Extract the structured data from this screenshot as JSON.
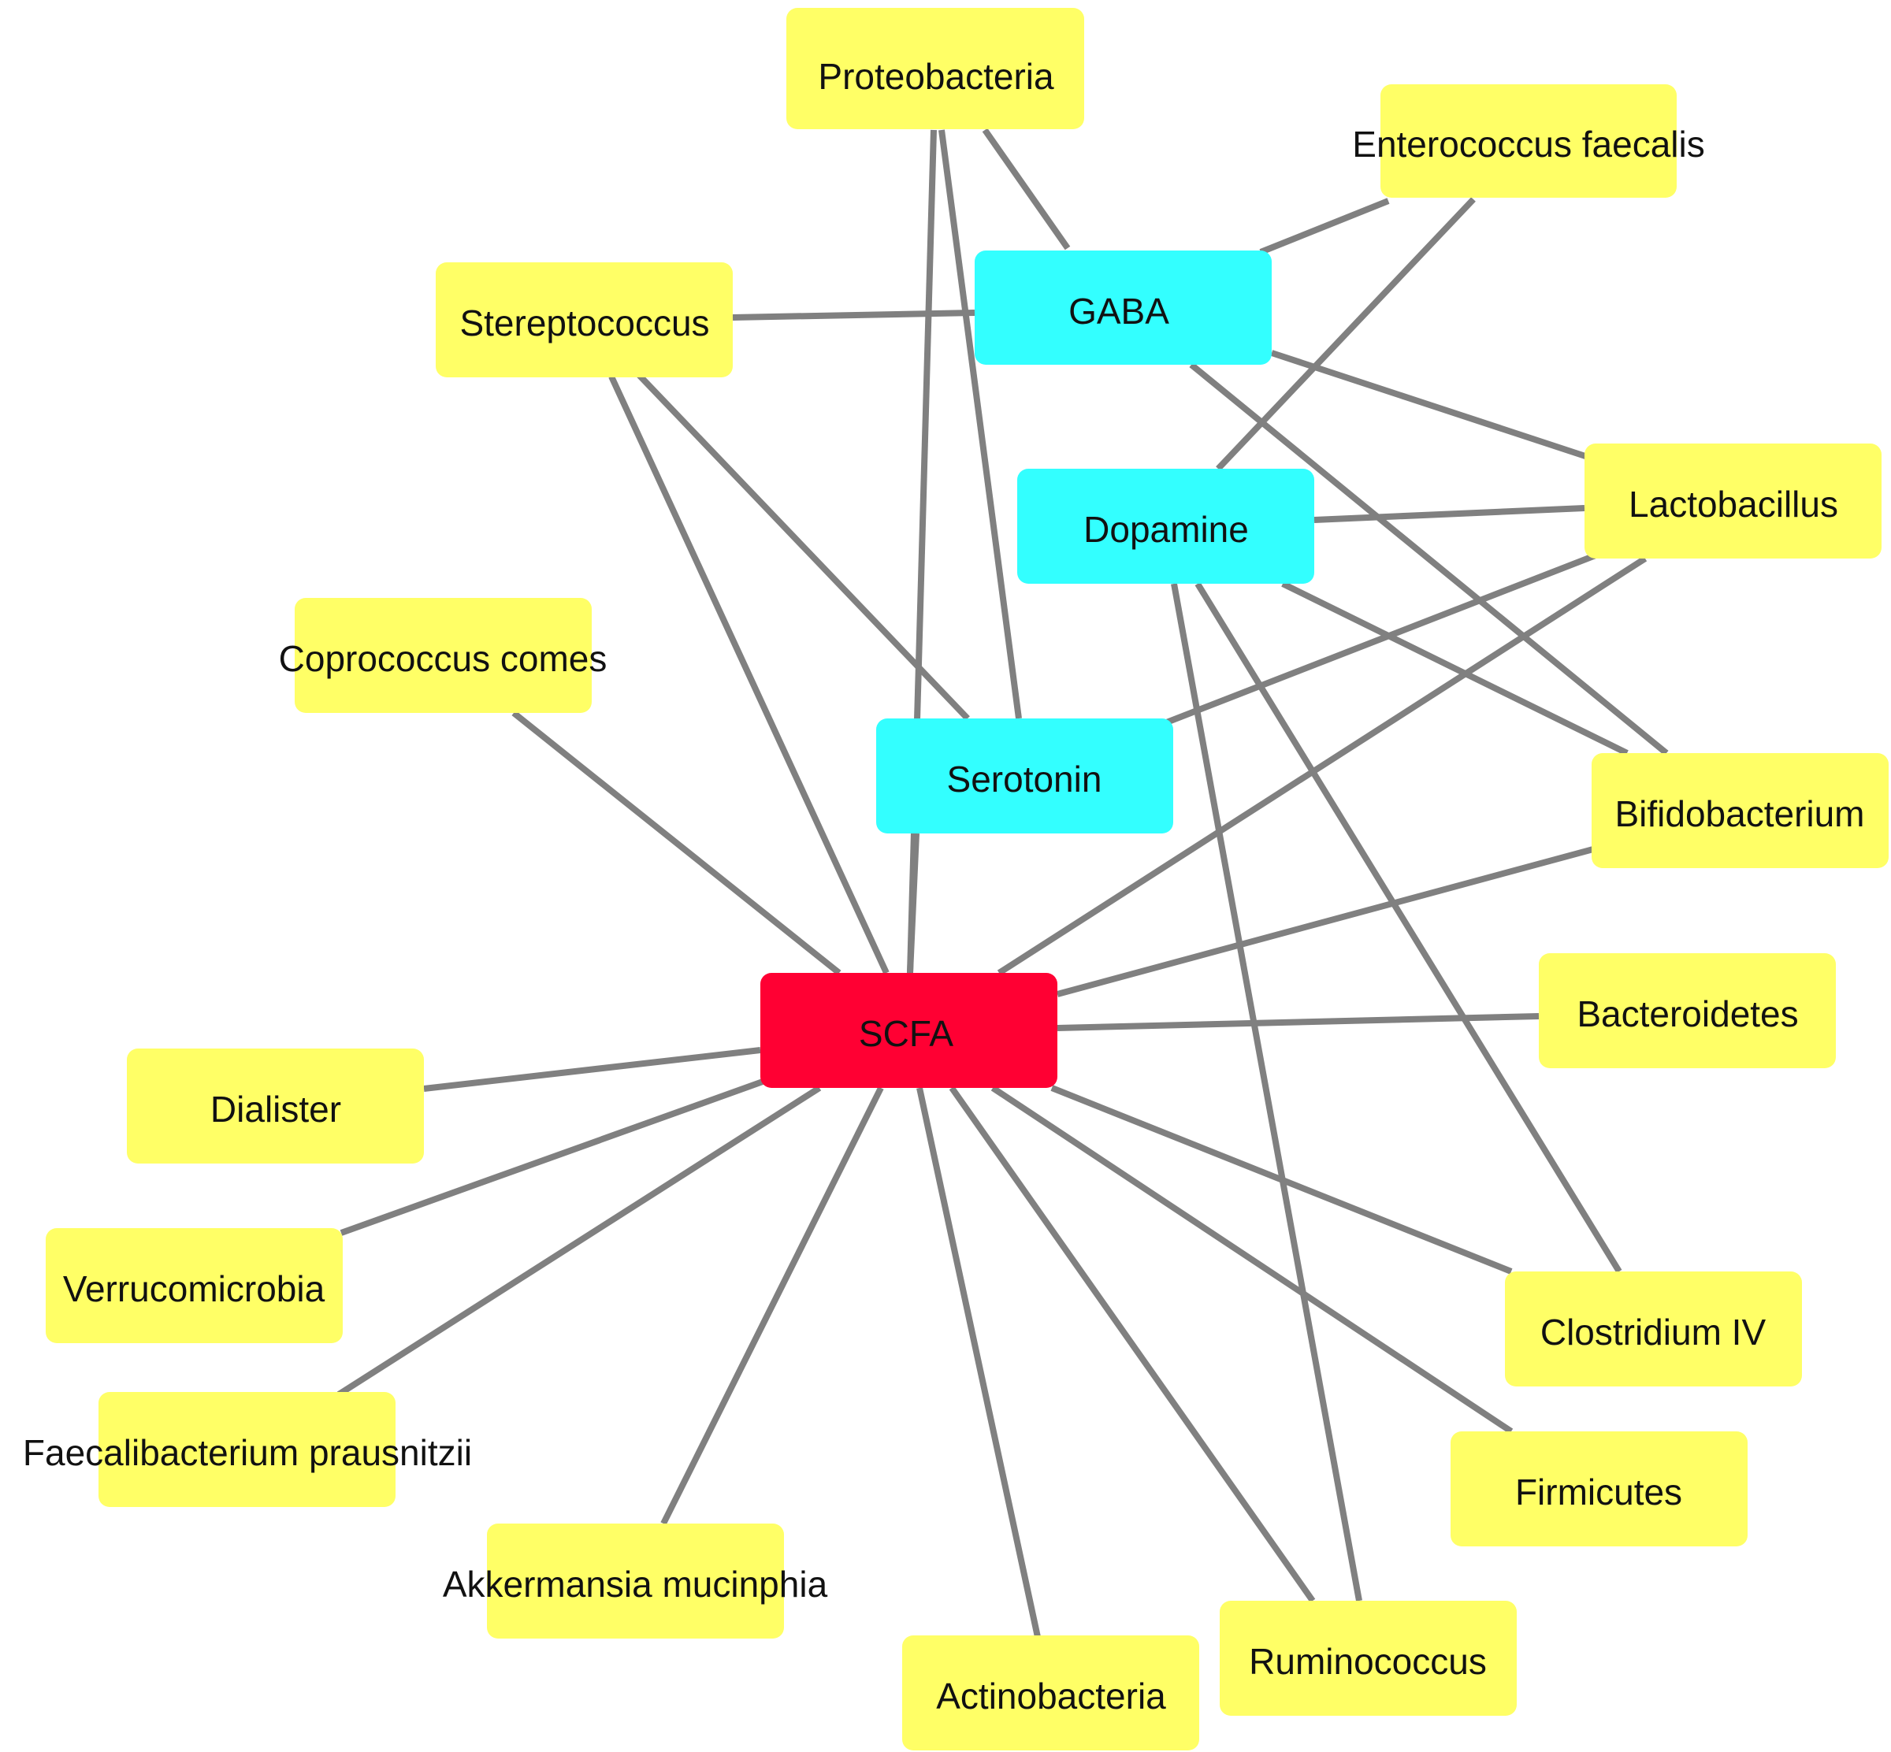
{
  "colors": {
    "edge": "#808080",
    "taxon": "#ffff66",
    "neurotransmitter": "#33ffff",
    "hub": "#ff0033"
  },
  "nodes": [
    {
      "id": "proteobacteria",
      "label": "Proteobacteria",
      "kind": "taxon"
    },
    {
      "id": "enterococcus",
      "label": "Enterococcus faecalis",
      "kind": "taxon"
    },
    {
      "id": "gaba",
      "label": "GABA",
      "kind": "neurotransmitter"
    },
    {
      "id": "streptococcus",
      "label": "Stereptococcus",
      "kind": "taxon"
    },
    {
      "id": "lactobacillus",
      "label": "Lactobacillus",
      "kind": "taxon"
    },
    {
      "id": "dopamine",
      "label": "Dopamine",
      "kind": "neurotransmitter"
    },
    {
      "id": "coprococcus",
      "label": "Coprococcus comes",
      "kind": "taxon"
    },
    {
      "id": "serotonin",
      "label": "Serotonin",
      "kind": "neurotransmitter"
    },
    {
      "id": "bifidobacterium",
      "label": "Bifidobacterium",
      "kind": "taxon"
    },
    {
      "id": "bacteroidetes",
      "label": "Bacteroidetes",
      "kind": "taxon"
    },
    {
      "id": "scfa",
      "label": "SCFA",
      "kind": "hub"
    },
    {
      "id": "dialister",
      "label": "Dialister",
      "kind": "taxon"
    },
    {
      "id": "verrucomicrobia",
      "label": "Verrucomicrobia",
      "kind": "taxon"
    },
    {
      "id": "clostridium",
      "label": "Clostridium IV",
      "kind": "taxon"
    },
    {
      "id": "faecalibacterium",
      "label": "Faecalibacterium prausnitzii",
      "kind": "taxon"
    },
    {
      "id": "firmicutes",
      "label": "Firmicutes",
      "kind": "taxon"
    },
    {
      "id": "akkermansia",
      "label": "Akkermansia mucinphia",
      "kind": "taxon"
    },
    {
      "id": "ruminococcus",
      "label": "Ruminococcus",
      "kind": "taxon"
    },
    {
      "id": "actinobacteria",
      "label": "Actinobacteria",
      "kind": "taxon"
    }
  ],
  "edges": [
    [
      "proteobacteria",
      "gaba"
    ],
    [
      "proteobacteria",
      "serotonin"
    ],
    [
      "proteobacteria",
      "scfa"
    ],
    [
      "enterococcus",
      "gaba"
    ],
    [
      "enterococcus",
      "dopamine"
    ],
    [
      "streptococcus",
      "gaba"
    ],
    [
      "streptococcus",
      "serotonin"
    ],
    [
      "streptococcus",
      "scfa"
    ],
    [
      "gaba",
      "lactobacillus"
    ],
    [
      "gaba",
      "bifidobacterium"
    ],
    [
      "dopamine",
      "lactobacillus"
    ],
    [
      "dopamine",
      "bifidobacterium"
    ],
    [
      "dopamine",
      "clostridium"
    ],
    [
      "dopamine",
      "ruminococcus"
    ],
    [
      "lactobacillus",
      "serotonin"
    ],
    [
      "lactobacillus",
      "scfa"
    ],
    [
      "coprococcus",
      "scfa"
    ],
    [
      "serotonin",
      "scfa"
    ],
    [
      "bifidobacterium",
      "scfa"
    ],
    [
      "bacteroidetes",
      "scfa"
    ],
    [
      "scfa",
      "dialister"
    ],
    [
      "scfa",
      "verrucomicrobia"
    ],
    [
      "scfa",
      "faecalibacterium"
    ],
    [
      "scfa",
      "akkermansia"
    ],
    [
      "scfa",
      "actinobacteria"
    ],
    [
      "scfa",
      "ruminococcus"
    ],
    [
      "scfa",
      "firmicutes"
    ],
    [
      "scfa",
      "clostridium"
    ]
  ]
}
